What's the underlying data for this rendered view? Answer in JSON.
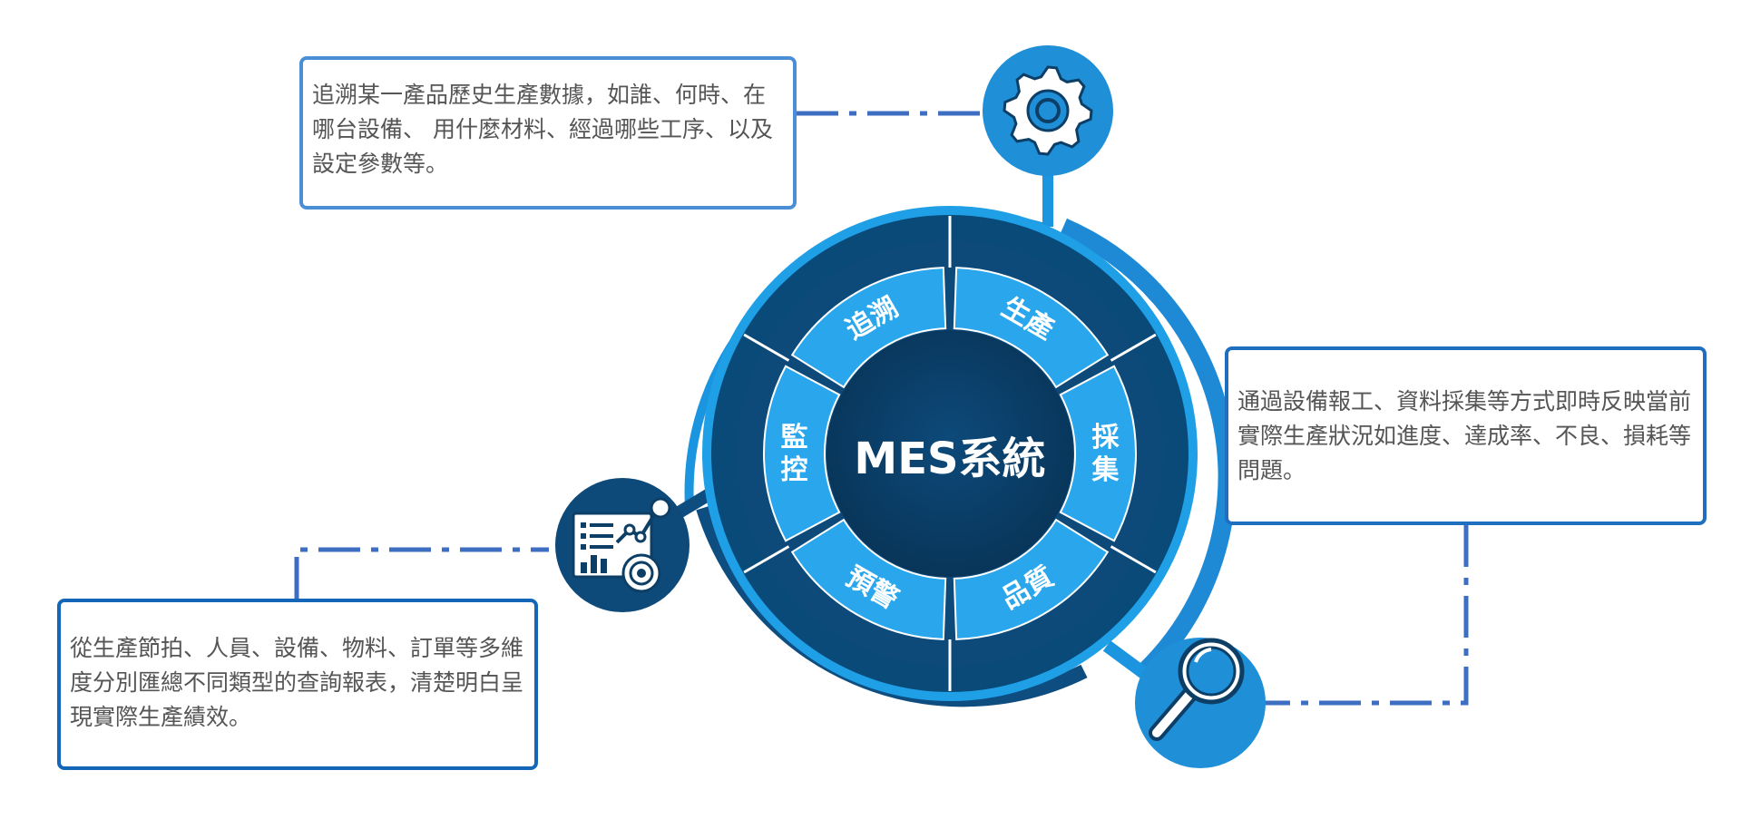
{
  "center": {
    "title": "MES系統"
  },
  "segments": [
    {
      "id": "trace",
      "label": "追溯"
    },
    {
      "id": "production",
      "label": "生產"
    },
    {
      "id": "collection",
      "label": "採集"
    },
    {
      "id": "quality",
      "label": "品質"
    },
    {
      "id": "warning",
      "label": "預警"
    },
    {
      "id": "monitor",
      "label": "監控"
    }
  ],
  "boxes": {
    "top": "追溯某一產品歷史生產數據，如誰、何時、在哪台設備、 用什麼材料、經過哪些工序、以及設定參數等。",
    "right": "通過設備報工、資料採集等方式即時反映當前實際生產狀況如進度、達成率、不良、損耗等問題。",
    "bottom": "從生產節拍、人員、設備、物料、訂單等多維度分別匯總不同類型的查詢報表，清楚明白呈現實際生產績效。"
  },
  "icons": {
    "top": "gear-icon",
    "right": "magnifier-icon",
    "left": "analytics-report-icon"
  },
  "colors": {
    "dark_navy": "#0d3f66",
    "mid_navy": "#0a4a78",
    "ring_blue": "#1e9fe6",
    "light_blue": "#45b3ee",
    "arc_blue": "#1a8bd8",
    "box_border": "#1f78c8",
    "dash": "#3d6ec2"
  }
}
